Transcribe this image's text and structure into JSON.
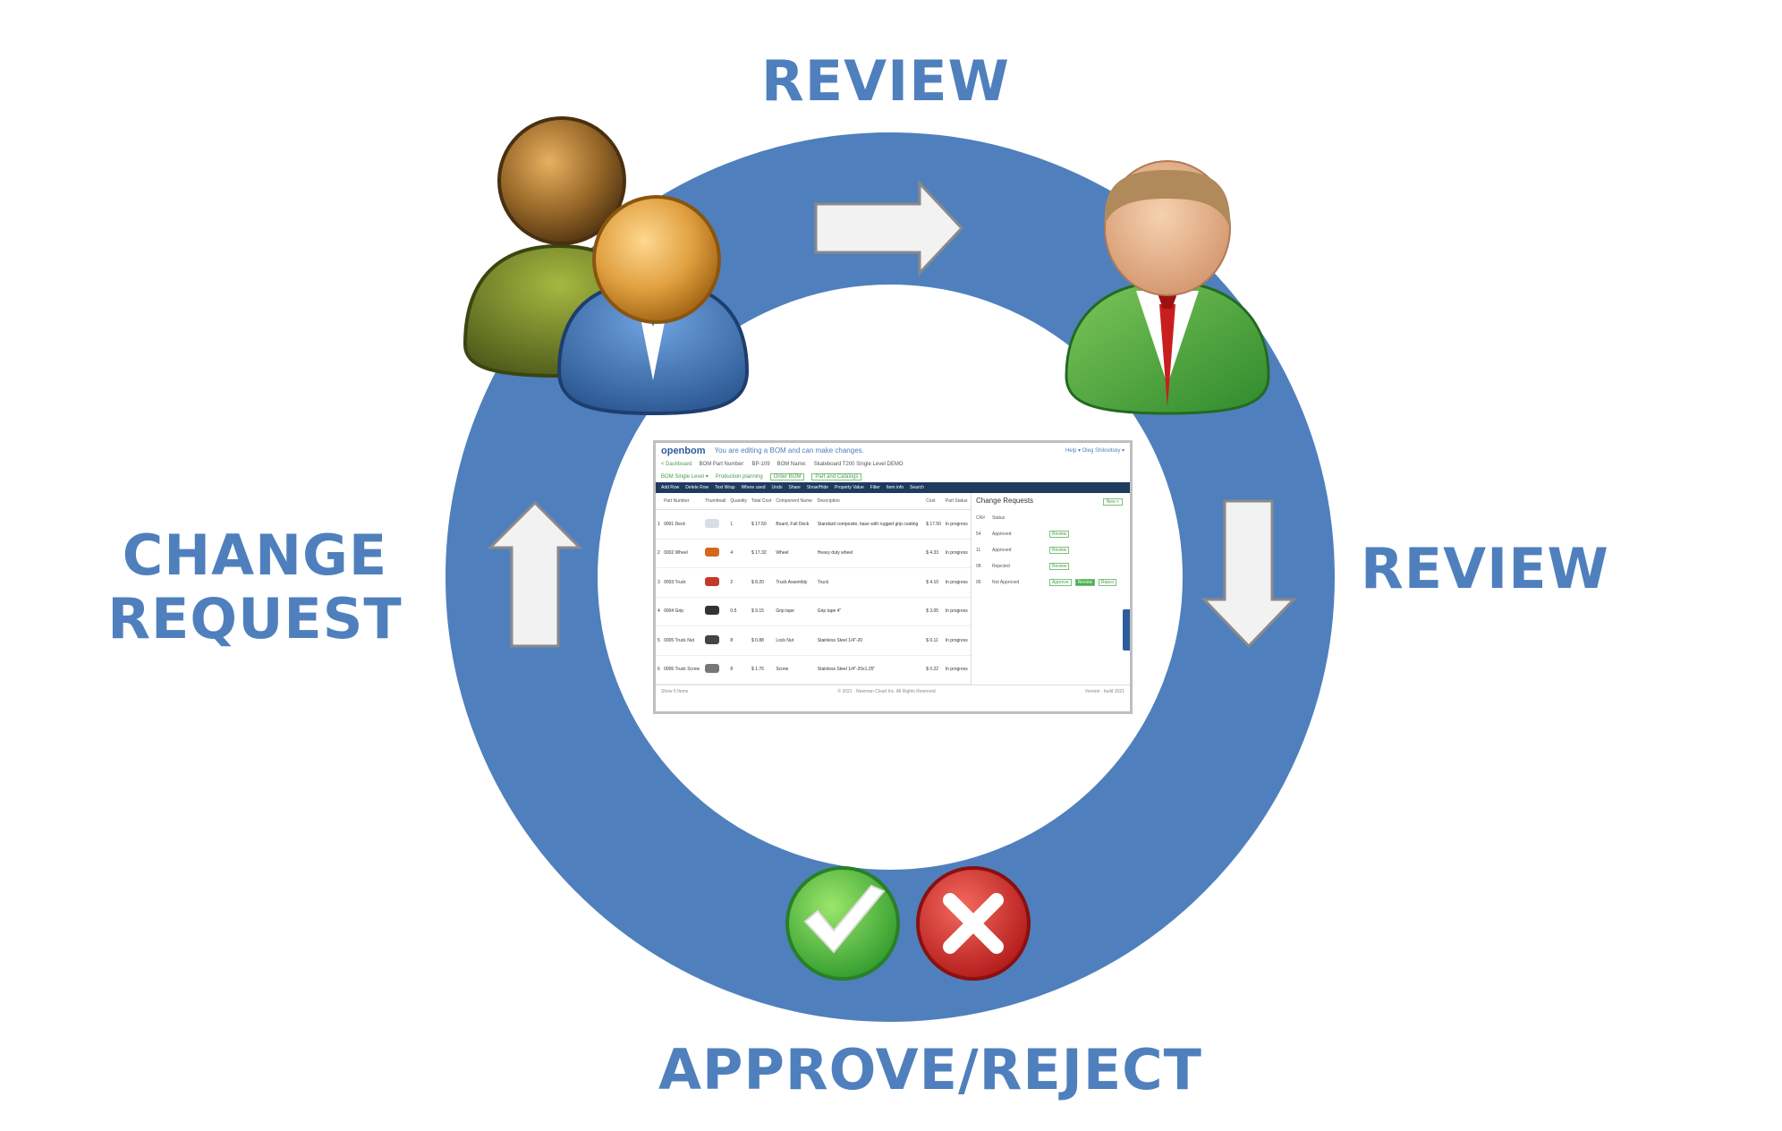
{
  "labels": {
    "top": "REVIEW",
    "right": "REVIEW",
    "left": "CHANGE\nREQUEST",
    "bottom": "APPROVE/REJECT"
  },
  "colors": {
    "ring": "#4f80bd",
    "label": "#4f80bd",
    "arrow_fill": "#f2f2f2",
    "approve": "#49b84a",
    "reject": "#d22a2a"
  },
  "icons": {
    "requesters": "users-group-icon",
    "reviewer": "reviewer-person-icon",
    "approve": "checkmark-icon",
    "reject": "x-mark-icon"
  },
  "screenshot": {
    "logo": "openbom",
    "notice": "You are editing a BOM and can make changes.",
    "top_right": "Help ▾   Oleg Shilovitsky ▾",
    "back": "< Dashboard",
    "bom_part_label": "BOM Part Number:",
    "bom_part": "BP-109",
    "bom_name_label": "BOM Name:",
    "bom_name": "Skateboard T200 Single Level DEMO",
    "view": "BOM Single Level ▾",
    "production_plan": "Production planning",
    "btn_order_bom": "Order BOM",
    "btn_part_catalog": "Part and Catalogs",
    "toolbar": [
      "Add Row",
      "Delete Row",
      "Text Wrap",
      "Where used",
      "Undo",
      "Share",
      "Show/Hide",
      "Property Value",
      "Filter",
      "Item info",
      "Search"
    ],
    "columns": [
      "",
      "Part Number",
      "Thumbnail",
      "Quantity",
      "Total Cost",
      "Component Name",
      "Description",
      "Cost",
      "Part Status"
    ],
    "rows": [
      {
        "n": "1",
        "part": "0001 Deck",
        "qty": "1",
        "total": "$ 17.50",
        "name": "Board, Full Deck",
        "desc": "Standard composite, base with rugged grip coating",
        "cost": "$ 17.50",
        "status": "In progress",
        "thumb": "#d8dde6"
      },
      {
        "n": "2",
        "part": "0002 Wheel",
        "qty": "4",
        "total": "$ 17.32",
        "name": "Wheel",
        "desc": "Heavy duty wheel",
        "cost": "$ 4.33",
        "status": "In progress",
        "thumb": "#d2691e"
      },
      {
        "n": "3",
        "part": "0003 Truck",
        "qty": "2",
        "total": "$ 8.20",
        "name": "Truck Assembly",
        "desc": "Truck",
        "cost": "$ 4.10",
        "status": "In progress",
        "thumb": "#c0392b"
      },
      {
        "n": "4",
        "part": "0004 Grip",
        "qty": "0.5",
        "total": "$ 9.15",
        "name": "Grip tape",
        "desc": "Grip tape 4\"",
        "cost": "$ 3.05",
        "status": "In progress",
        "thumb": "#333333"
      },
      {
        "n": "5",
        "part": "0005 Truck Nut",
        "qty": "8",
        "total": "$ 0.88",
        "name": "Lock Nut",
        "desc": "Stainless Steel 1/4\"-20",
        "cost": "$ 0.11",
        "status": "In progress",
        "thumb": "#444444"
      },
      {
        "n": "6",
        "part": "0006 Truck Screw",
        "qty": "8",
        "total": "$ 1.76",
        "name": "Screw",
        "desc": "Stainless Steel 1/4\"-20x1.25\"",
        "cost": "$ 0.22",
        "status": "In progress",
        "thumb": "#777777"
      }
    ],
    "panel_title": "Change Requests",
    "panel_add": "New +",
    "panel_header": {
      "id": "CR#",
      "status": "Status"
    },
    "requests": [
      {
        "id": "54",
        "status": "Approved",
        "actions": [
          "Review"
        ]
      },
      {
        "id": "11",
        "status": "Approved",
        "actions": [
          "Review"
        ]
      },
      {
        "id": "08",
        "status": "Rejected",
        "actions": [
          "Review"
        ]
      },
      {
        "id": "06",
        "status": "Not Approved",
        "actions": [
          "Approve",
          "Review",
          "Reject"
        ]
      }
    ],
    "footer_left": "Show 6 Items",
    "footer_mid": "© 2021 · Newman Cloud Inc. All Rights Reserved",
    "footer_right": "Version · build 2021"
  }
}
